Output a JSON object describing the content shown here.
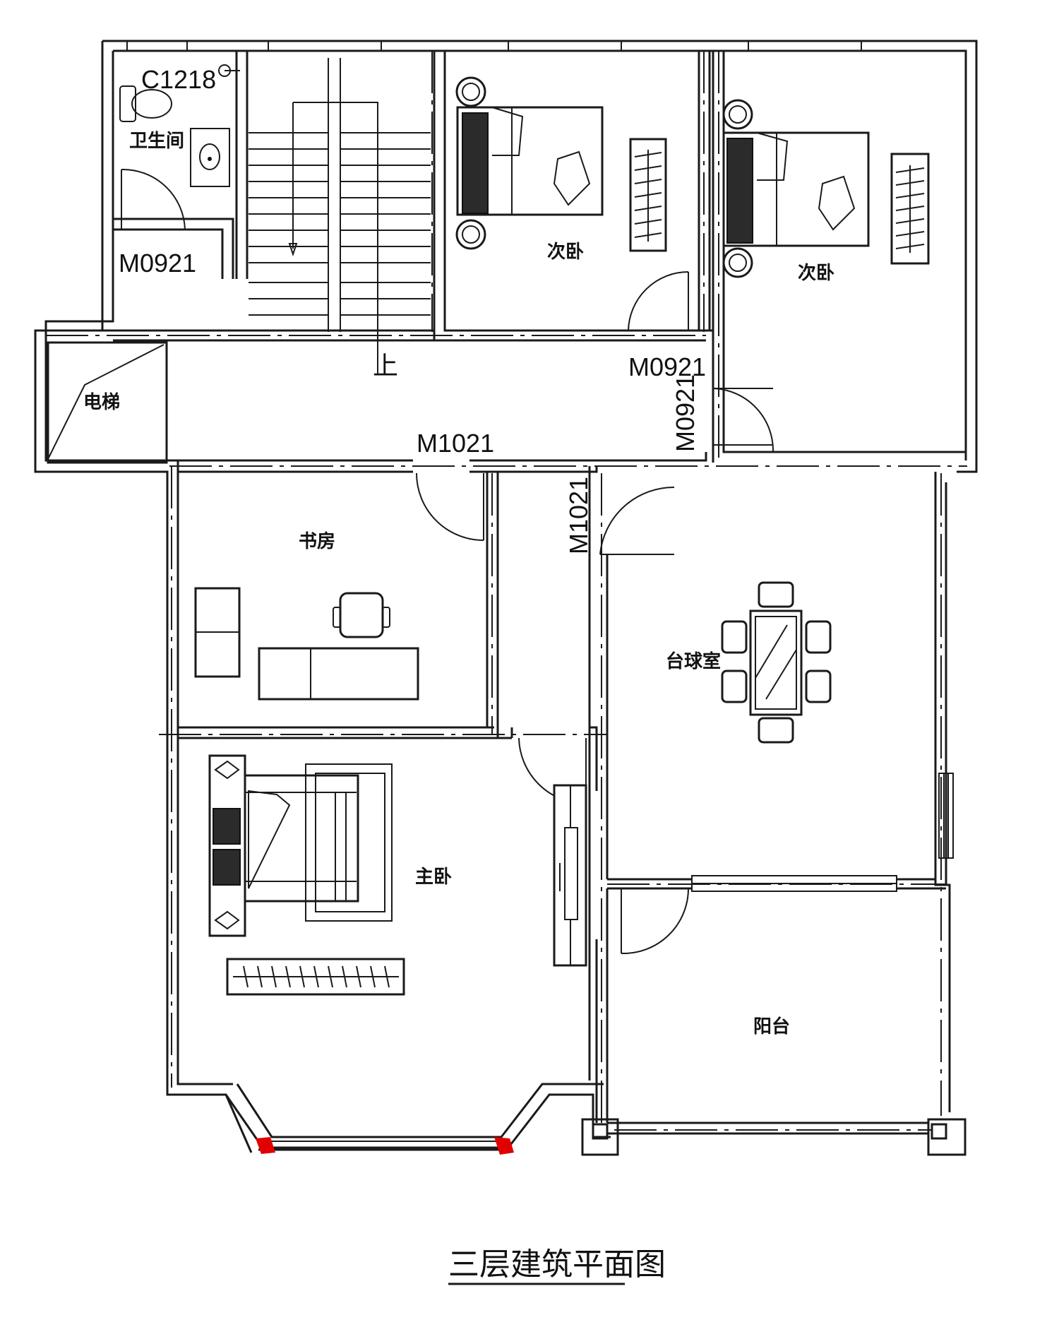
{
  "title": "三层建筑平面图",
  "rooms": {
    "bathroom": "卫生间",
    "elevator": "电梯",
    "bedroom_2": "次卧",
    "bedroom_3": "次卧",
    "study": "书房",
    "billiard": "台球室",
    "master": "主卧",
    "balcony": "阳台"
  },
  "stair_label": "上",
  "codes": {
    "window_bath": "C1218",
    "door_bath": "M0921",
    "door_bed2": "M0921",
    "door_bed3": "M0921",
    "door_study": "M1021",
    "door_billiard": "M1021"
  },
  "colors": {
    "accent": "#e00000",
    "ink": "#1a1a1a"
  }
}
